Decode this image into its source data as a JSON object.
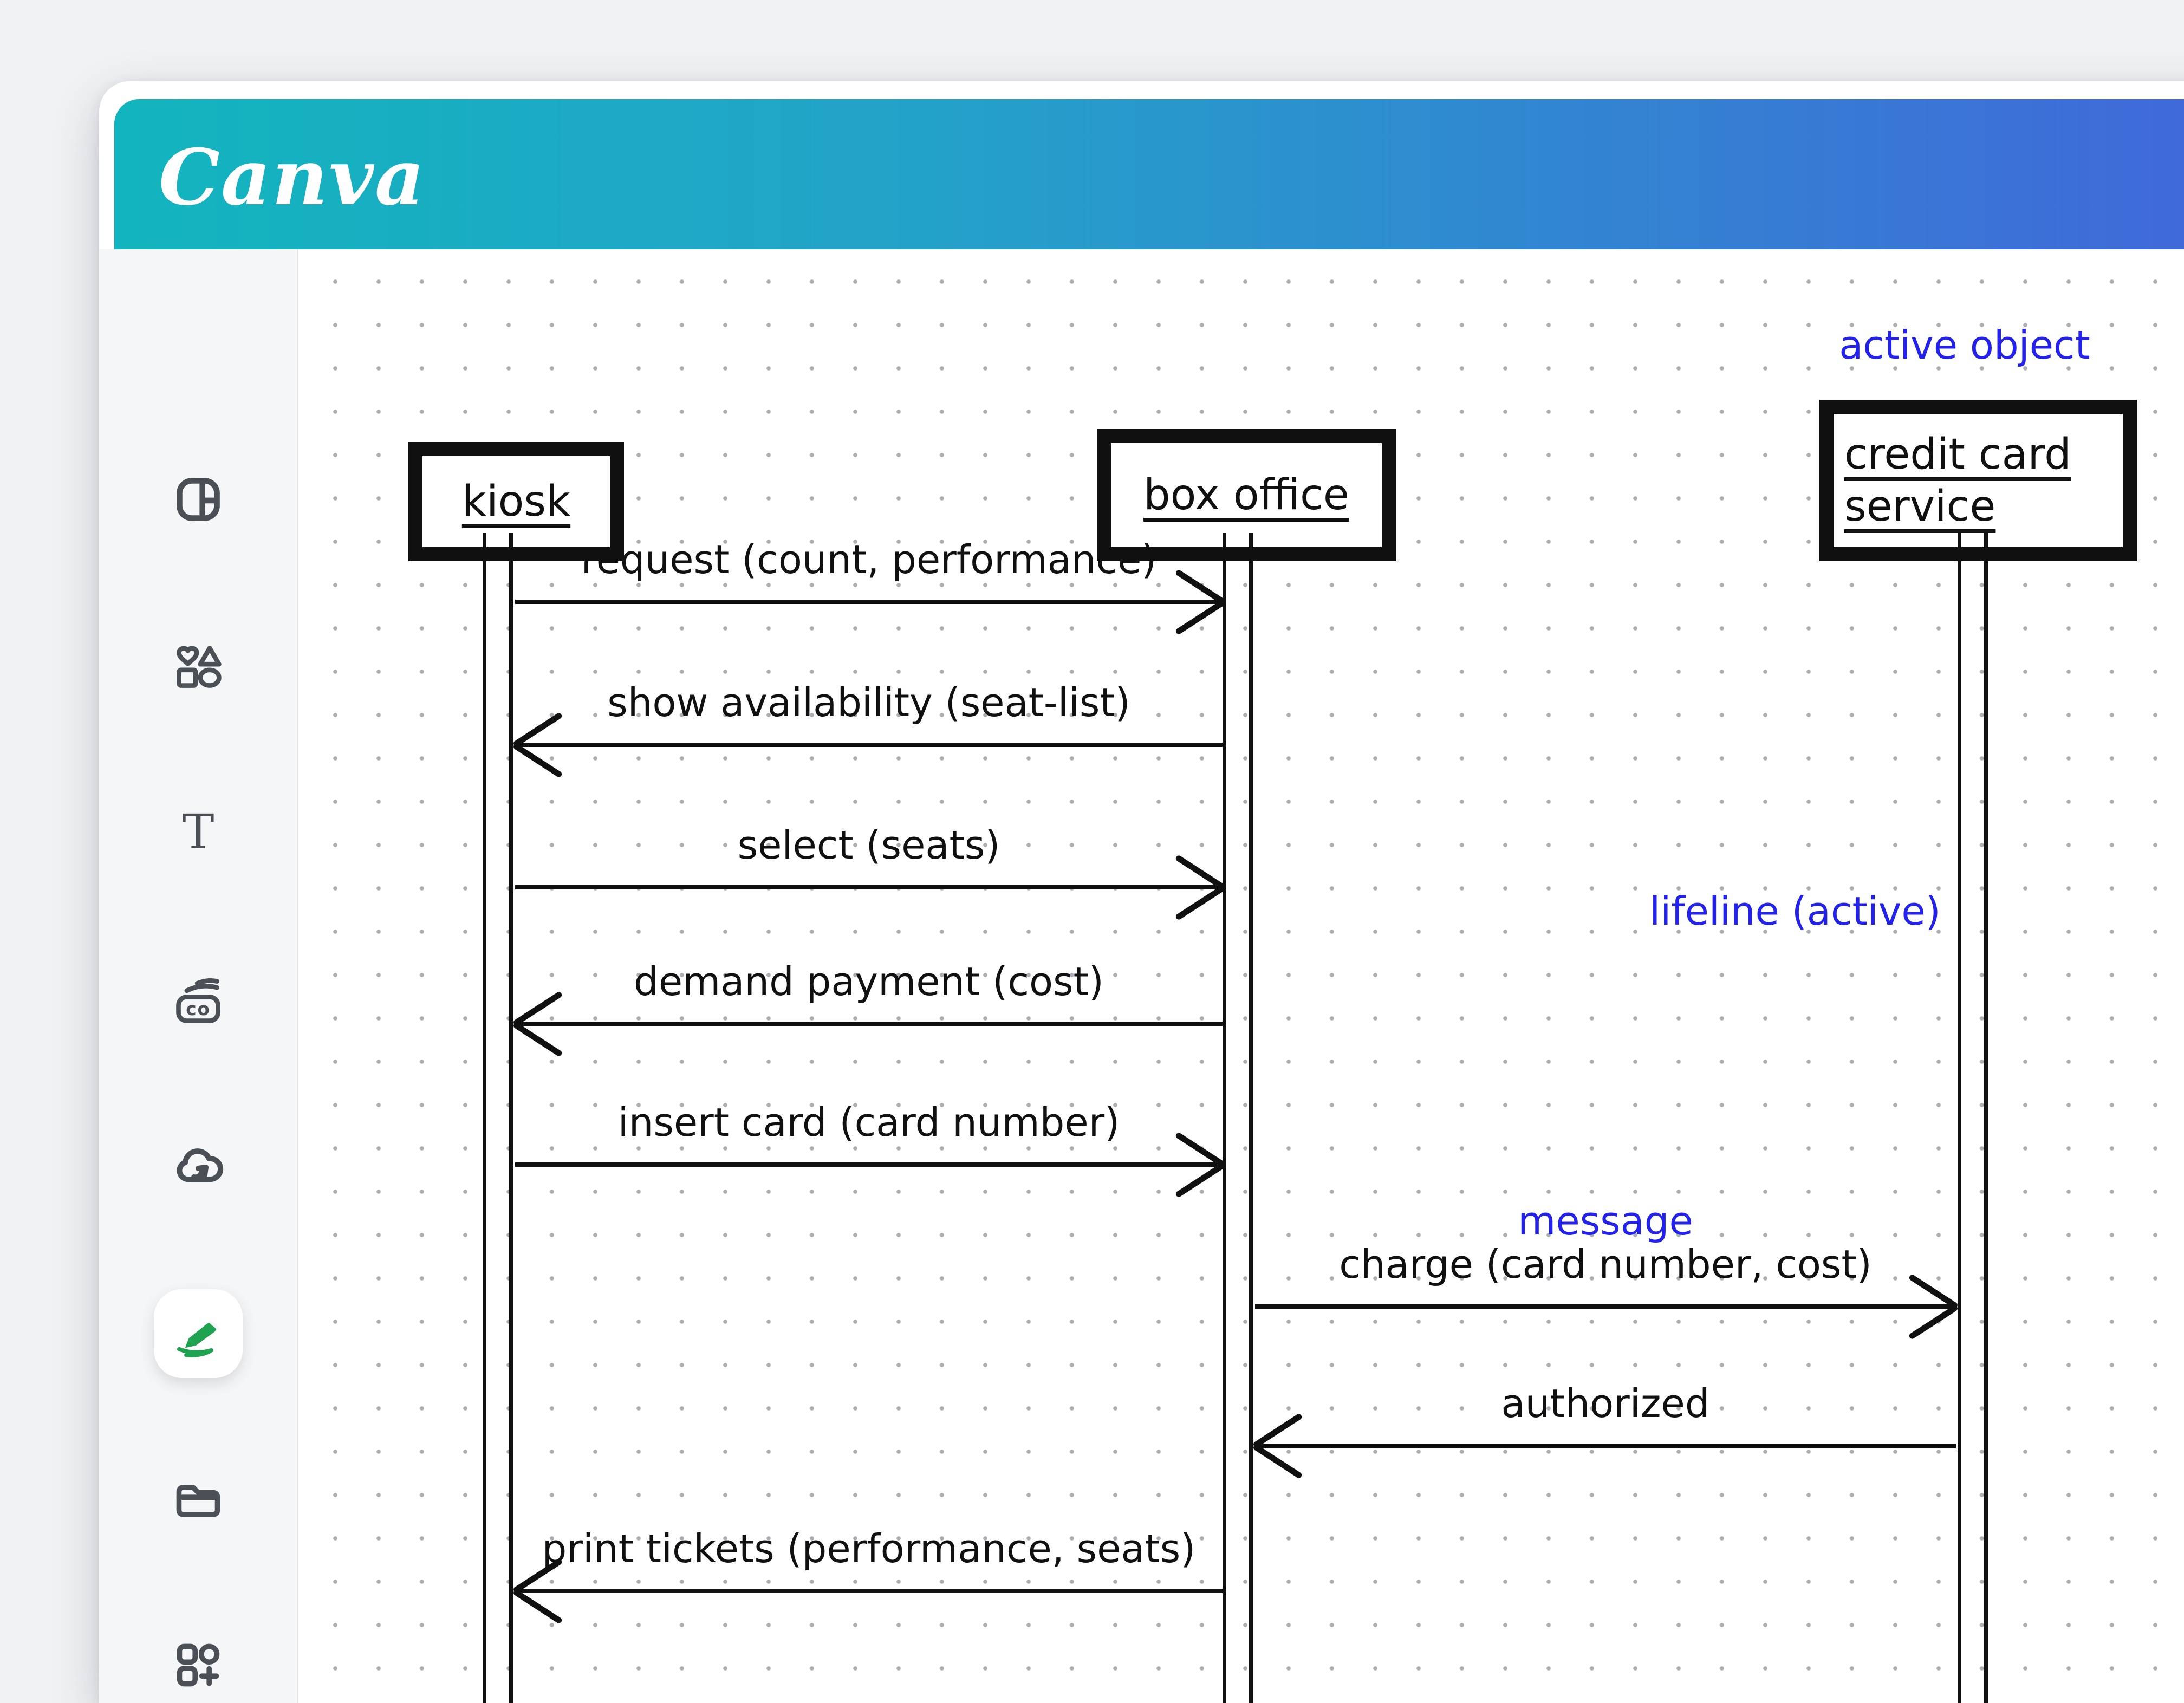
{
  "brand": {
    "logo_text": "Canva"
  },
  "topbar": {
    "gradient_left": "#12B5BE",
    "gradient_right": "#4167DA"
  },
  "sidebar": {
    "active_item": "draw",
    "active_accent": "#1FA351",
    "icon_color": "#4A5056",
    "items": [
      {
        "name": "design",
        "icon": "design-icon"
      },
      {
        "name": "elements",
        "icon": "elements-icon"
      },
      {
        "name": "text",
        "icon": "text-icon",
        "glyph": "T"
      },
      {
        "name": "brand",
        "icon": "brand-icon",
        "glyph": "co"
      },
      {
        "name": "uploads",
        "icon": "uploads-cloud-icon"
      },
      {
        "name": "draw",
        "icon": "draw-pencil-icon",
        "active": true
      },
      {
        "name": "projects",
        "icon": "projects-folder-icon"
      },
      {
        "name": "apps",
        "icon": "apps-grid-plus-icon"
      }
    ]
  },
  "canvas": {
    "ink_color": "#101010",
    "annotation_color": "#2322EC",
    "grid_dot_color": "#AAAEB4",
    "annotations": [
      {
        "text": "active object"
      },
      {
        "text": "lifeline (active)"
      },
      {
        "text": "message"
      }
    ],
    "actors": [
      {
        "name": "kiosk"
      },
      {
        "name": "box office"
      },
      {
        "lines": [
          "credit card",
          "service"
        ]
      }
    ],
    "messages": [
      {
        "label": "request (count, performance)",
        "direction": "right",
        "from": "kiosk",
        "to": "box office"
      },
      {
        "label": "show availability (seat-list)",
        "direction": "left",
        "from": "box office",
        "to": "kiosk"
      },
      {
        "label": "select (seats)",
        "direction": "right",
        "from": "kiosk",
        "to": "box office"
      },
      {
        "label": "demand payment (cost)",
        "direction": "left",
        "from": "box office",
        "to": "kiosk"
      },
      {
        "label": "insert card (card number)",
        "direction": "right",
        "from": "kiosk",
        "to": "box office"
      },
      {
        "label": "charge (card number, cost)",
        "direction": "right",
        "from": "box office",
        "to": "credit card service"
      },
      {
        "label": "authorized",
        "direction": "left",
        "from": "credit card service",
        "to": "box office"
      },
      {
        "label": "print tickets (performance, seats)",
        "direction": "left",
        "from": "box office",
        "to": "kiosk"
      }
    ]
  }
}
